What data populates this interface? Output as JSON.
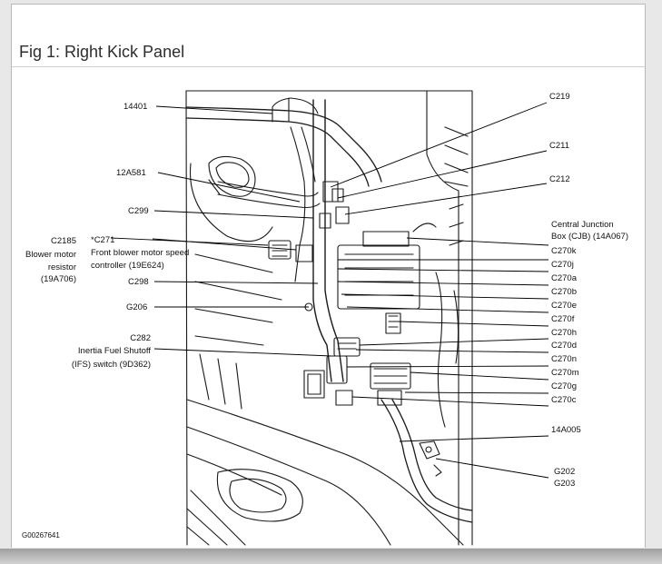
{
  "title": "Fig 1: Right Kick Panel",
  "footer_code": "G00267641",
  "labels": {
    "l14401": "14401",
    "l12a581": "12A581",
    "c299": "C299",
    "c2185_line1": "C2185",
    "c2185_line2": "Blower motor",
    "c2185_line3": "resistor",
    "c2185_line4": "(19A706)",
    "c271_line1": "*C271",
    "c271_line2": "Front blower motor speed",
    "c271_line3": "controller (19E624)",
    "c298": "C298",
    "g206": "G206",
    "c282_line1": "C282",
    "c282_line2": "Inertia Fuel Shutoff",
    "c282_line3": "(IFS) switch (9D362)",
    "c219": "C219",
    "c211": "C211",
    "c212": "C212",
    "cjb_line1": "Central Junction",
    "cjb_line2": "Box (CJB) (14A067)",
    "c270k": "C270k",
    "c270j": "C270j",
    "c270a": "C270a",
    "c270b": "C270b",
    "c270e": "C270e",
    "c270f": "C270f",
    "c270h": "C270h",
    "c270d": "C270d",
    "c270n": "C270n",
    "c270m": "C270m",
    "c270g": "C270g",
    "c270c": "C270c",
    "l14a005": "14A005",
    "g202": "G202",
    "g203": "G203"
  }
}
